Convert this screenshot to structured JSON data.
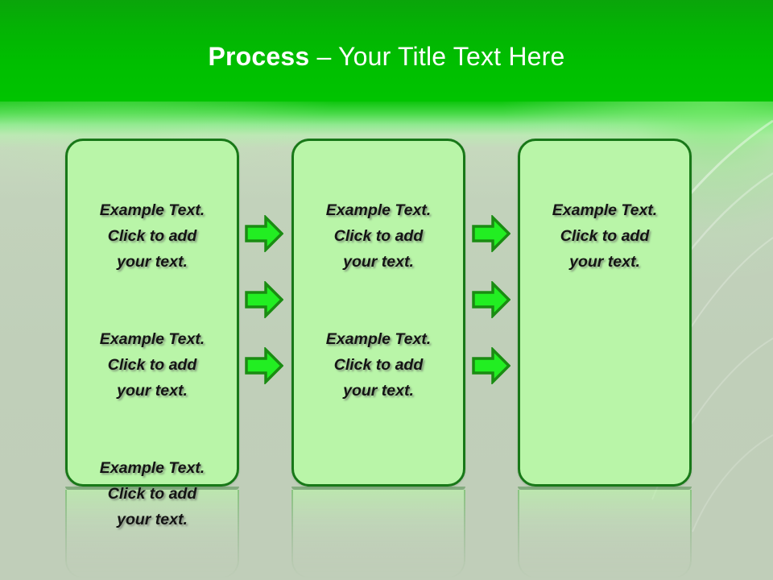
{
  "slide": {
    "title_strong": "Process",
    "title_rest": " – Your Title Text Here",
    "background_color": "#c0ceb9",
    "header_color": "#00c000",
    "accent_color": "#22cc22"
  },
  "boxes": [
    {
      "name": "process-box-1",
      "fill_color": "#b9f5a8",
      "border_color": "#187818",
      "paragraphs": [
        "Example Text.\nClick  to add\nyour text.",
        "Example Text.\nClick  to add\nyour text.",
        "Example Text.\nClick  to add\nyour text."
      ]
    },
    {
      "name": "process-box-2",
      "fill_color": "#b9f5a8",
      "border_color": "#187818",
      "paragraphs": [
        "Example Text.\nClick  to add\nyour text.",
        "Example Text.\nClick  to add\nyour text."
      ]
    },
    {
      "name": "process-box-3",
      "fill_color": "#b9f5a8",
      "border_color": "#187818",
      "paragraphs": [
        "Example Text.\nClick  to add\nyour text."
      ]
    }
  ],
  "arrows": {
    "fill_color": "#22ee22",
    "stroke_color": "#1a8c12",
    "columns": 2,
    "rows": 3,
    "icon": "arrow-right-icon"
  }
}
